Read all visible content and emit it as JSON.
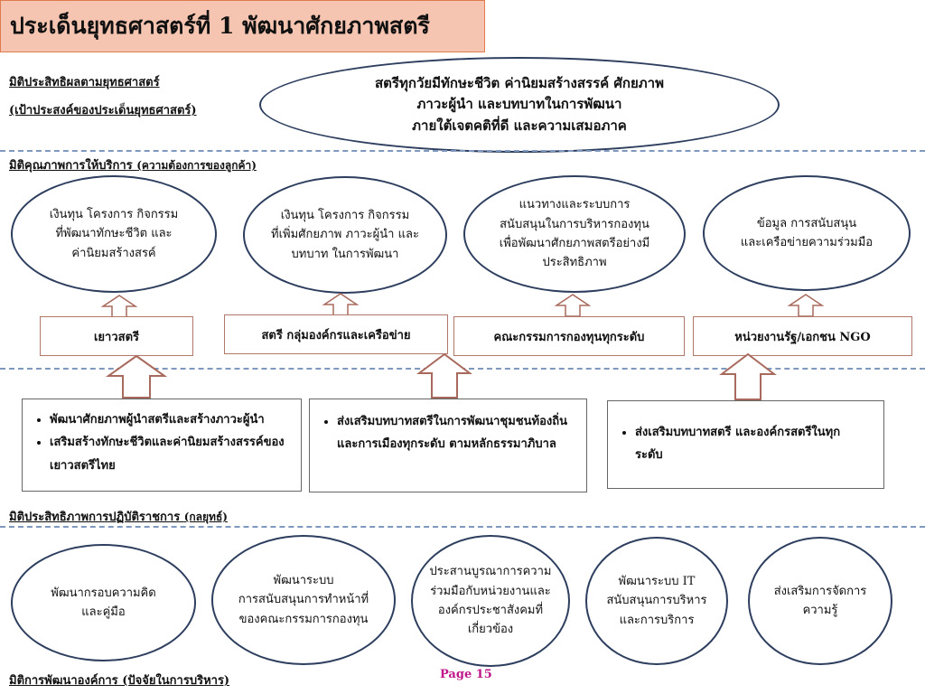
{
  "title": "ประเด็นยุทธศาสตร์ที่ 1  พัฒนาศักยภาพสตรี",
  "dimensions": {
    "effectiveness_line1": "มิติประสิทธิผลตามยุทธศาสตร์",
    "effectiveness_line2": "(เป้าประสงค์ของประเด็นยุทธศาสตร์)",
    "service_quality_main": "มิติคุณภาพการให้บริการ ",
    "service_quality_note": "(ความต้องการของลูกค้า)",
    "process_main": "มิติประสิทธิภาพการปฏิบัติราชการ ",
    "process_note": "(กลยุทธ์)",
    "org_dev": "มิติการพัฒนาองค์การ (ปัจจัยในการบริหาร)"
  },
  "goal": {
    "line1": "สตรีทุกวัยมีทักษะชีวิต  ค่านิยมสร้างสรรค์ ศักยภาพ",
    "line2": "ภาวะผู้นำ และบทบาทในการพัฒนา",
    "line3": "ภายใต้เจตคติที่ดี และความเสมอภาค"
  },
  "customer_needs": [
    {
      "lines": [
        "เงินทุน โครงการ กิจกรรม",
        "ที่พัฒนาทักษะชีวิต และ",
        "ค่านิยมสร้างสรค์"
      ]
    },
    {
      "lines": [
        "เงินทุน โครงการ กิจกรรม",
        "ที่เพิ่มศักยภาพ ภาวะผู้นำ และ",
        "บทบาท ในการพัฒนา"
      ]
    },
    {
      "lines": [
        "แนวทางและระบบการ",
        "สนับสนุนในการบริหารกองทุน",
        "เพื่อพัฒนาศักยภาพสตรีอย่างมี",
        "ประสิทธิภาพ"
      ]
    },
    {
      "lines": [
        "ข้อมูล การสนับสนุน",
        "และเครือข่ายความร่วมมือ"
      ]
    }
  ],
  "stakeholders": [
    "เยาวสตรี",
    "สตรี กลุ่มองค์กรและเครือข่าย",
    "คณะกรรมการกองทุนทุกระดับ",
    "หน่วยงานรัฐ/เอกชน NGO"
  ],
  "strategies": [
    {
      "bullets": [
        "พัฒนาศักยภาพผู้นำสตรีและสร้างภาวะผู้นำ",
        "เสริมสร้างทักษะชีวิตและค่านิยมสร้างสรรค์ของเยาวสตรีไทย"
      ]
    },
    {
      "bullets": [
        "ส่งเสริมบทบาทสตรีในการพัฒนาชุมชนท้องถิ่นและการเมืองทุกระดับ ตามหลักธรรมาภิบาล"
      ]
    },
    {
      "bullets": [
        "ส่งเสริมบทบาทสตรี และองค์กรสตรีในทุกระดับ"
      ]
    }
  ],
  "org_factors": [
    {
      "lines": [
        "พัฒนากรอบความคิด",
        "และคู่มือ"
      ]
    },
    {
      "lines": [
        "พัฒนาระบบ",
        "การสนับสนุนการทำหน้าที่",
        "ของคณะกรรมการกองทุน"
      ]
    },
    {
      "lines": [
        "ประสานบูรณาการความ",
        "ร่วมมือกับหน่วยงานและ",
        "องค์กรประชาสังคมที่",
        "เกี่ยวข้อง"
      ]
    },
    {
      "lines": [
        "พัฒนาระบบ IT",
        "สนับสนุนการบริหาร",
        "และการบริการ"
      ]
    },
    {
      "lines": [
        "ส่งเสริมการจัดการ",
        "ความรู้"
      ]
    }
  ],
  "page_label": "Page  15",
  "colors": {
    "title_bg": "#f6c5b1",
    "title_border": "#e07b4f",
    "ellipse_border": "#2d3e5e",
    "arrow_border": "#a86a5c",
    "separator": "#7f98bd",
    "page_number": "#c0188a"
  }
}
